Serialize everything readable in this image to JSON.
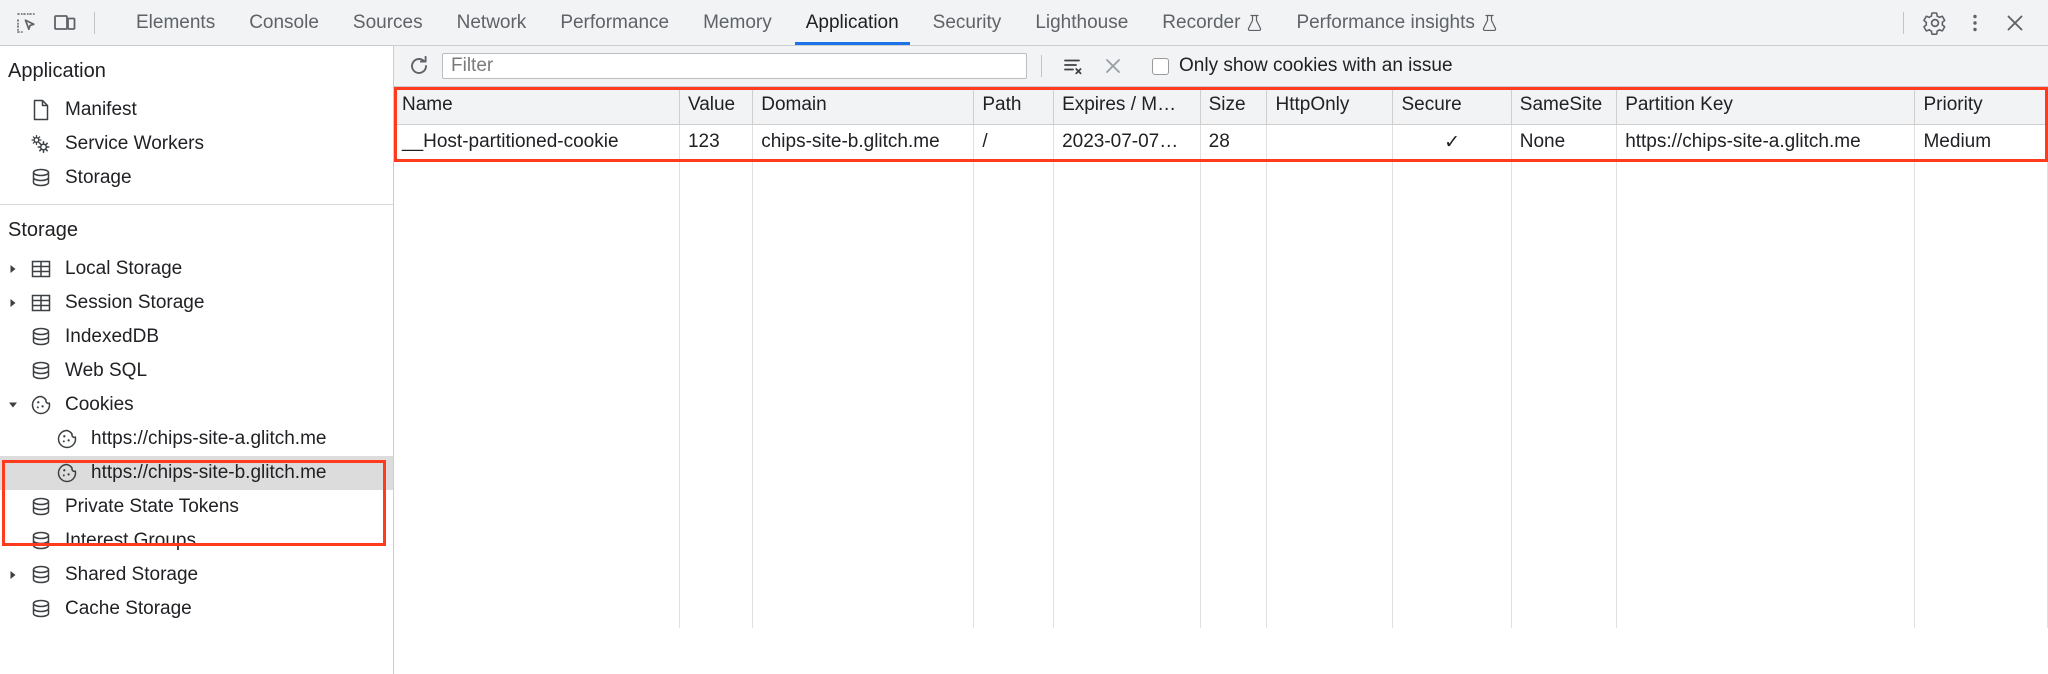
{
  "toolbar": {
    "inspect_icon": "inspect-element-icon",
    "device_icon": "device-toolbar-icon",
    "tabs": [
      {
        "label": "Elements",
        "active": false,
        "experimental": false
      },
      {
        "label": "Console",
        "active": false,
        "experimental": false
      },
      {
        "label": "Sources",
        "active": false,
        "experimental": false
      },
      {
        "label": "Network",
        "active": false,
        "experimental": false
      },
      {
        "label": "Performance",
        "active": false,
        "experimental": false
      },
      {
        "label": "Memory",
        "active": false,
        "experimental": false
      },
      {
        "label": "Application",
        "active": true,
        "experimental": false
      },
      {
        "label": "Security",
        "active": false,
        "experimental": false
      },
      {
        "label": "Lighthouse",
        "active": false,
        "experimental": false
      },
      {
        "label": "Recorder",
        "active": false,
        "experimental": true
      },
      {
        "label": "Performance insights",
        "active": false,
        "experimental": true
      }
    ],
    "settings_icon": "gear-icon",
    "more_icon": "kebab-menu-icon",
    "close_icon": "close-icon",
    "active_tab_color": "#1a73e8"
  },
  "sidebar": {
    "sections": [
      {
        "title": "Application",
        "items": [
          {
            "label": "Manifest",
            "icon": "document-icon",
            "expandable": false,
            "expanded": false,
            "indent": 1,
            "selected": false
          },
          {
            "label": "Service Workers",
            "icon": "gears-icon",
            "expandable": false,
            "expanded": false,
            "indent": 1,
            "selected": false
          },
          {
            "label": "Storage",
            "icon": "database-icon",
            "expandable": false,
            "expanded": false,
            "indent": 1,
            "selected": false
          }
        ]
      },
      {
        "title": "Storage",
        "items": [
          {
            "label": "Local Storage",
            "icon": "table-icon",
            "expandable": true,
            "expanded": false,
            "indent": 1,
            "selected": false
          },
          {
            "label": "Session Storage",
            "icon": "table-icon",
            "expandable": true,
            "expanded": false,
            "indent": 1,
            "selected": false
          },
          {
            "label": "IndexedDB",
            "icon": "database-icon",
            "expandable": false,
            "expanded": false,
            "indent": 1,
            "selected": false
          },
          {
            "label": "Web SQL",
            "icon": "database-icon",
            "expandable": false,
            "expanded": false,
            "indent": 1,
            "selected": false
          },
          {
            "label": "Cookies",
            "icon": "cookie-icon",
            "expandable": true,
            "expanded": true,
            "indent": 1,
            "selected": false
          },
          {
            "label": "https://chips-site-a.glitch.me",
            "icon": "cookie-icon",
            "expandable": false,
            "expanded": false,
            "indent": 2,
            "selected": false
          },
          {
            "label": "https://chips-site-b.glitch.me",
            "icon": "cookie-icon",
            "expandable": false,
            "expanded": false,
            "indent": 2,
            "selected": true
          },
          {
            "label": "Private State Tokens",
            "icon": "database-icon",
            "expandable": false,
            "expanded": false,
            "indent": 1,
            "selected": false
          },
          {
            "label": "Interest Groups",
            "icon": "database-icon",
            "expandable": false,
            "expanded": false,
            "indent": 1,
            "selected": false
          },
          {
            "label": "Shared Storage",
            "icon": "database-icon",
            "expandable": true,
            "expanded": false,
            "indent": 1,
            "selected": false
          },
          {
            "label": "Cache Storage",
            "icon": "database-icon",
            "expandable": false,
            "expanded": false,
            "indent": 1,
            "selected": false
          }
        ]
      }
    ],
    "highlight_color": "#ff3b1f"
  },
  "filterbar": {
    "refresh_icon": "refresh-icon",
    "filter_placeholder": "Filter",
    "filter_value": "",
    "clear_filtered_icon": "clear-filtered-cookies-icon",
    "clear_all_icon": "clear-all-cookies-icon",
    "only_issues_label": "Only show cookies with an issue",
    "only_issues_checked": false
  },
  "table": {
    "columns": [
      {
        "key": "name",
        "label": "Name"
      },
      {
        "key": "value",
        "label": "Value"
      },
      {
        "key": "domain",
        "label": "Domain"
      },
      {
        "key": "path",
        "label": "Path"
      },
      {
        "key": "expires",
        "label": "Expires / M…"
      },
      {
        "key": "size",
        "label": "Size"
      },
      {
        "key": "httponly",
        "label": "HttpOnly"
      },
      {
        "key": "secure",
        "label": "Secure"
      },
      {
        "key": "samesite",
        "label": "SameSite"
      },
      {
        "key": "partitionkey",
        "label": "Partition Key"
      },
      {
        "key": "priority",
        "label": "Priority"
      }
    ],
    "rows": [
      {
        "name": "__Host-partitioned-cookie",
        "value": "123",
        "domain": "chips-site-b.glitch.me",
        "path": "/",
        "expires": "2023-07-07…",
        "size": "28",
        "httponly": "",
        "secure": "✓",
        "samesite": "None",
        "partitionkey": "https://chips-site-a.glitch.me",
        "priority": "Medium"
      }
    ],
    "highlight_color": "#ff3b1f"
  }
}
